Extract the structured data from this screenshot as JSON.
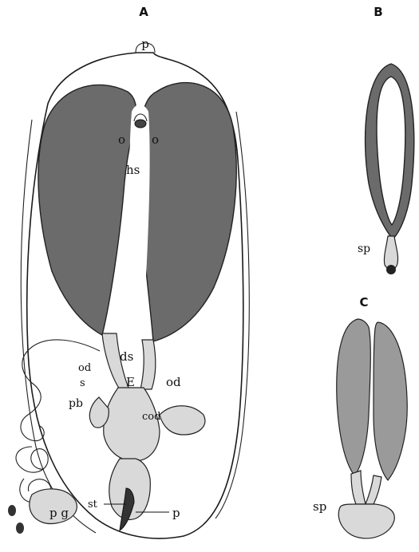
{
  "panels": {
    "a": "A",
    "b": "B",
    "c": "C"
  },
  "labels": {
    "p_top": "p",
    "o_left": "o",
    "o_right": "o",
    "hs": "hs",
    "ds": "ds",
    "od_left": "od",
    "od_right": "od",
    "s": "s",
    "e": "E",
    "pb": "pb",
    "cod": "cod",
    "pg": "p g",
    "st": "st",
    "p_bottom": "p",
    "sp_b": "sp",
    "sp_c": "sp"
  },
  "colors": {
    "ovary": "#6b6b6b",
    "duct": "#d9d9d9",
    "ink": "#111111"
  }
}
